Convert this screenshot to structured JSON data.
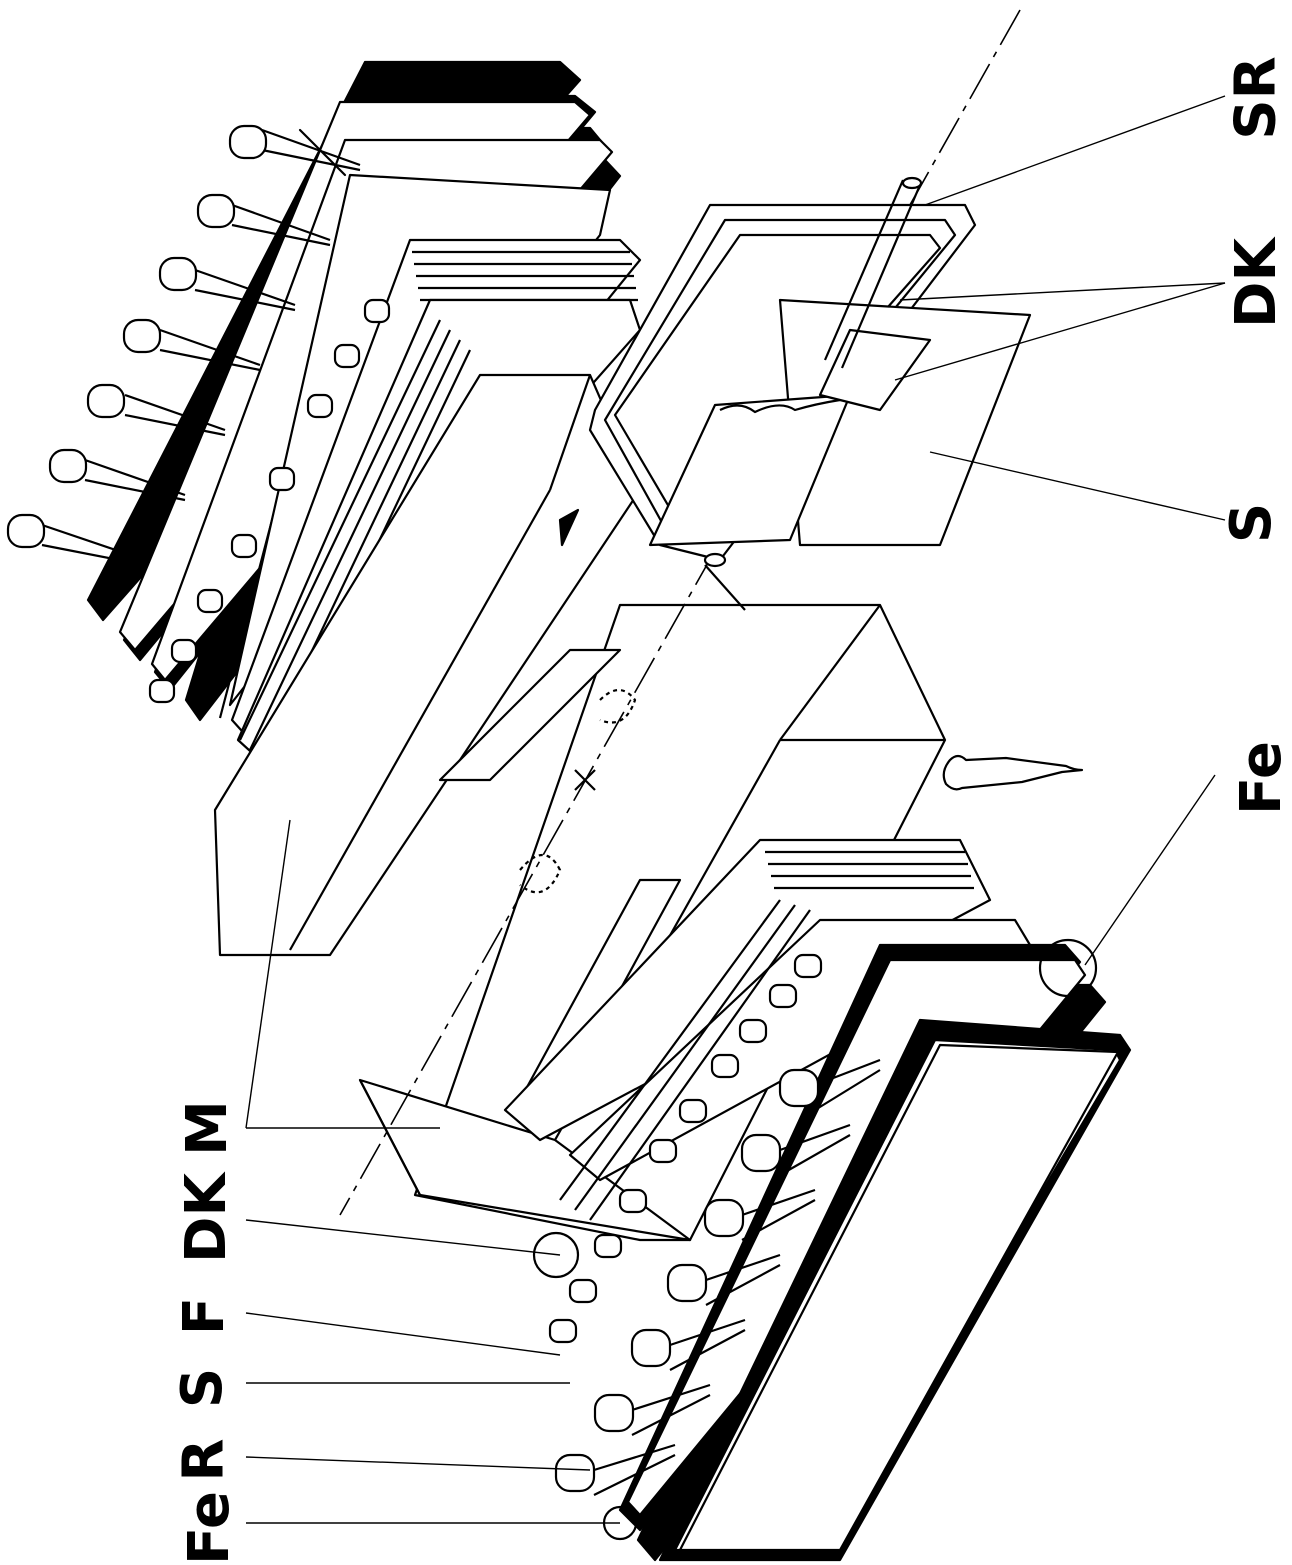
{
  "labels": {
    "fe_bottom": "Fe",
    "r": "R",
    "s_left": "S",
    "f": "F",
    "dk_left": "DK",
    "m": "M",
    "fe_right": "Fe",
    "s_right": "S",
    "dk_right": "DK",
    "sr": "SR"
  },
  "colors": {
    "ink": "#000000",
    "paper": "#ffffff"
  }
}
